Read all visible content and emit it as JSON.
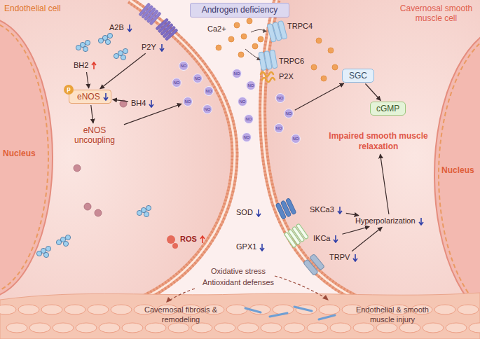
{
  "diagram": {
    "title": "Androgen deficiency",
    "nodes": [
      {
        "text": [
          "A2B"
        ]
      },
      {
        "text": [
          "P2Y"
        ]
      },
      {
        "text": [
          "BH2"
        ]
      },
      {
        "text": [
          "eNOS"
        ]
      },
      {
        "text": [
          "p"
        ],
        "in": 3
      },
      {
        "text": [
          "BH4"
        ]
      },
      {
        "text": [
          "eNOS uncoupling"
        ]
      },
      {
        "text": [
          "SGC"
        ]
      },
      {
        "text": [
          "cGMP"
        ]
      },
      {
        "text": [
          "Impaired smooth muscle relaxation"
        ]
      },
      {
        "text": [
          "ROS"
        ]
      },
      {
        "text": [
          "SOD"
        ]
      },
      {
        "text": [
          "GPX1"
        ]
      },
      {
        "text": [
          "SKCa3"
        ]
      },
      {
        "text": [
          "IKCa"
        ]
      },
      {
        "text": [
          "Hyperpolarization"
        ]
      },
      {
        "text": [
          "TRPV"
        ]
      },
      {
        "text": [
          "NO"
        ]
      },
      {
        "text": [
          "NO"
        ]
      },
      {
        "text": [
          "NO"
        ]
      },
      {
        "text": [
          "NO"
        ]
      },
      {
        "text": [
          "NO"
        ]
      },
      {
        "text": [
          "NO"
        ]
      },
      {
        "text": [
          "NO"
        ]
      },
      {
        "text": [
          "NO"
        ]
      },
      {
        "text": [
          "NO"
        ]
      },
      {
        "text": [
          "NO"
        ]
      },
      {
        "text": [
          "NO"
        ]
      },
      {
        "text": [
          "NO"
        ]
      },
      {
        "text": [
          "NO"
        ]
      },
      {
        "text": [
          "NO"
        ]
      },
      {
        "text": [
          "NO"
        ]
      }
    ],
    "edges": [
      {
        "from": 2,
        "to": 3,
        "arrow": "to"
      },
      {
        "from": 1,
        "to": 3,
        "arrow": "to"
      },
      {
        "from": 5,
        "to": 3,
        "arrow": "to"
      },
      {
        "from": 3,
        "to": 6,
        "arrow": "to"
      },
      {
        "from": 6,
        "to": 21,
        "arrow": "to"
      },
      {
        "from": 29,
        "to": 7,
        "arrow": "to"
      },
      {
        "from": 7,
        "to": 8,
        "arrow": "to"
      },
      {
        "from": 13,
        "to": 15,
        "arrow": "to"
      },
      {
        "from": 14,
        "to": 15,
        "arrow": "to"
      },
      {
        "from": 16,
        "to": 15,
        "arrow": "to"
      },
      {
        "from": 15,
        "to": 9,
        "arrow": "to"
      }
    ],
    "labels": [
      "Endothelial cell",
      "Cavernosal smooth muscle cell",
      "Nucleus",
      "Nucleus",
      "Ca2+",
      "TRPC4",
      "TRPC6",
      "P2X",
      "Oxidative stress",
      "Antioxidant defenses",
      "Cavernosal fibrosis & remodeling",
      "Endothelial & smooth muscle injury"
    ]
  }
}
